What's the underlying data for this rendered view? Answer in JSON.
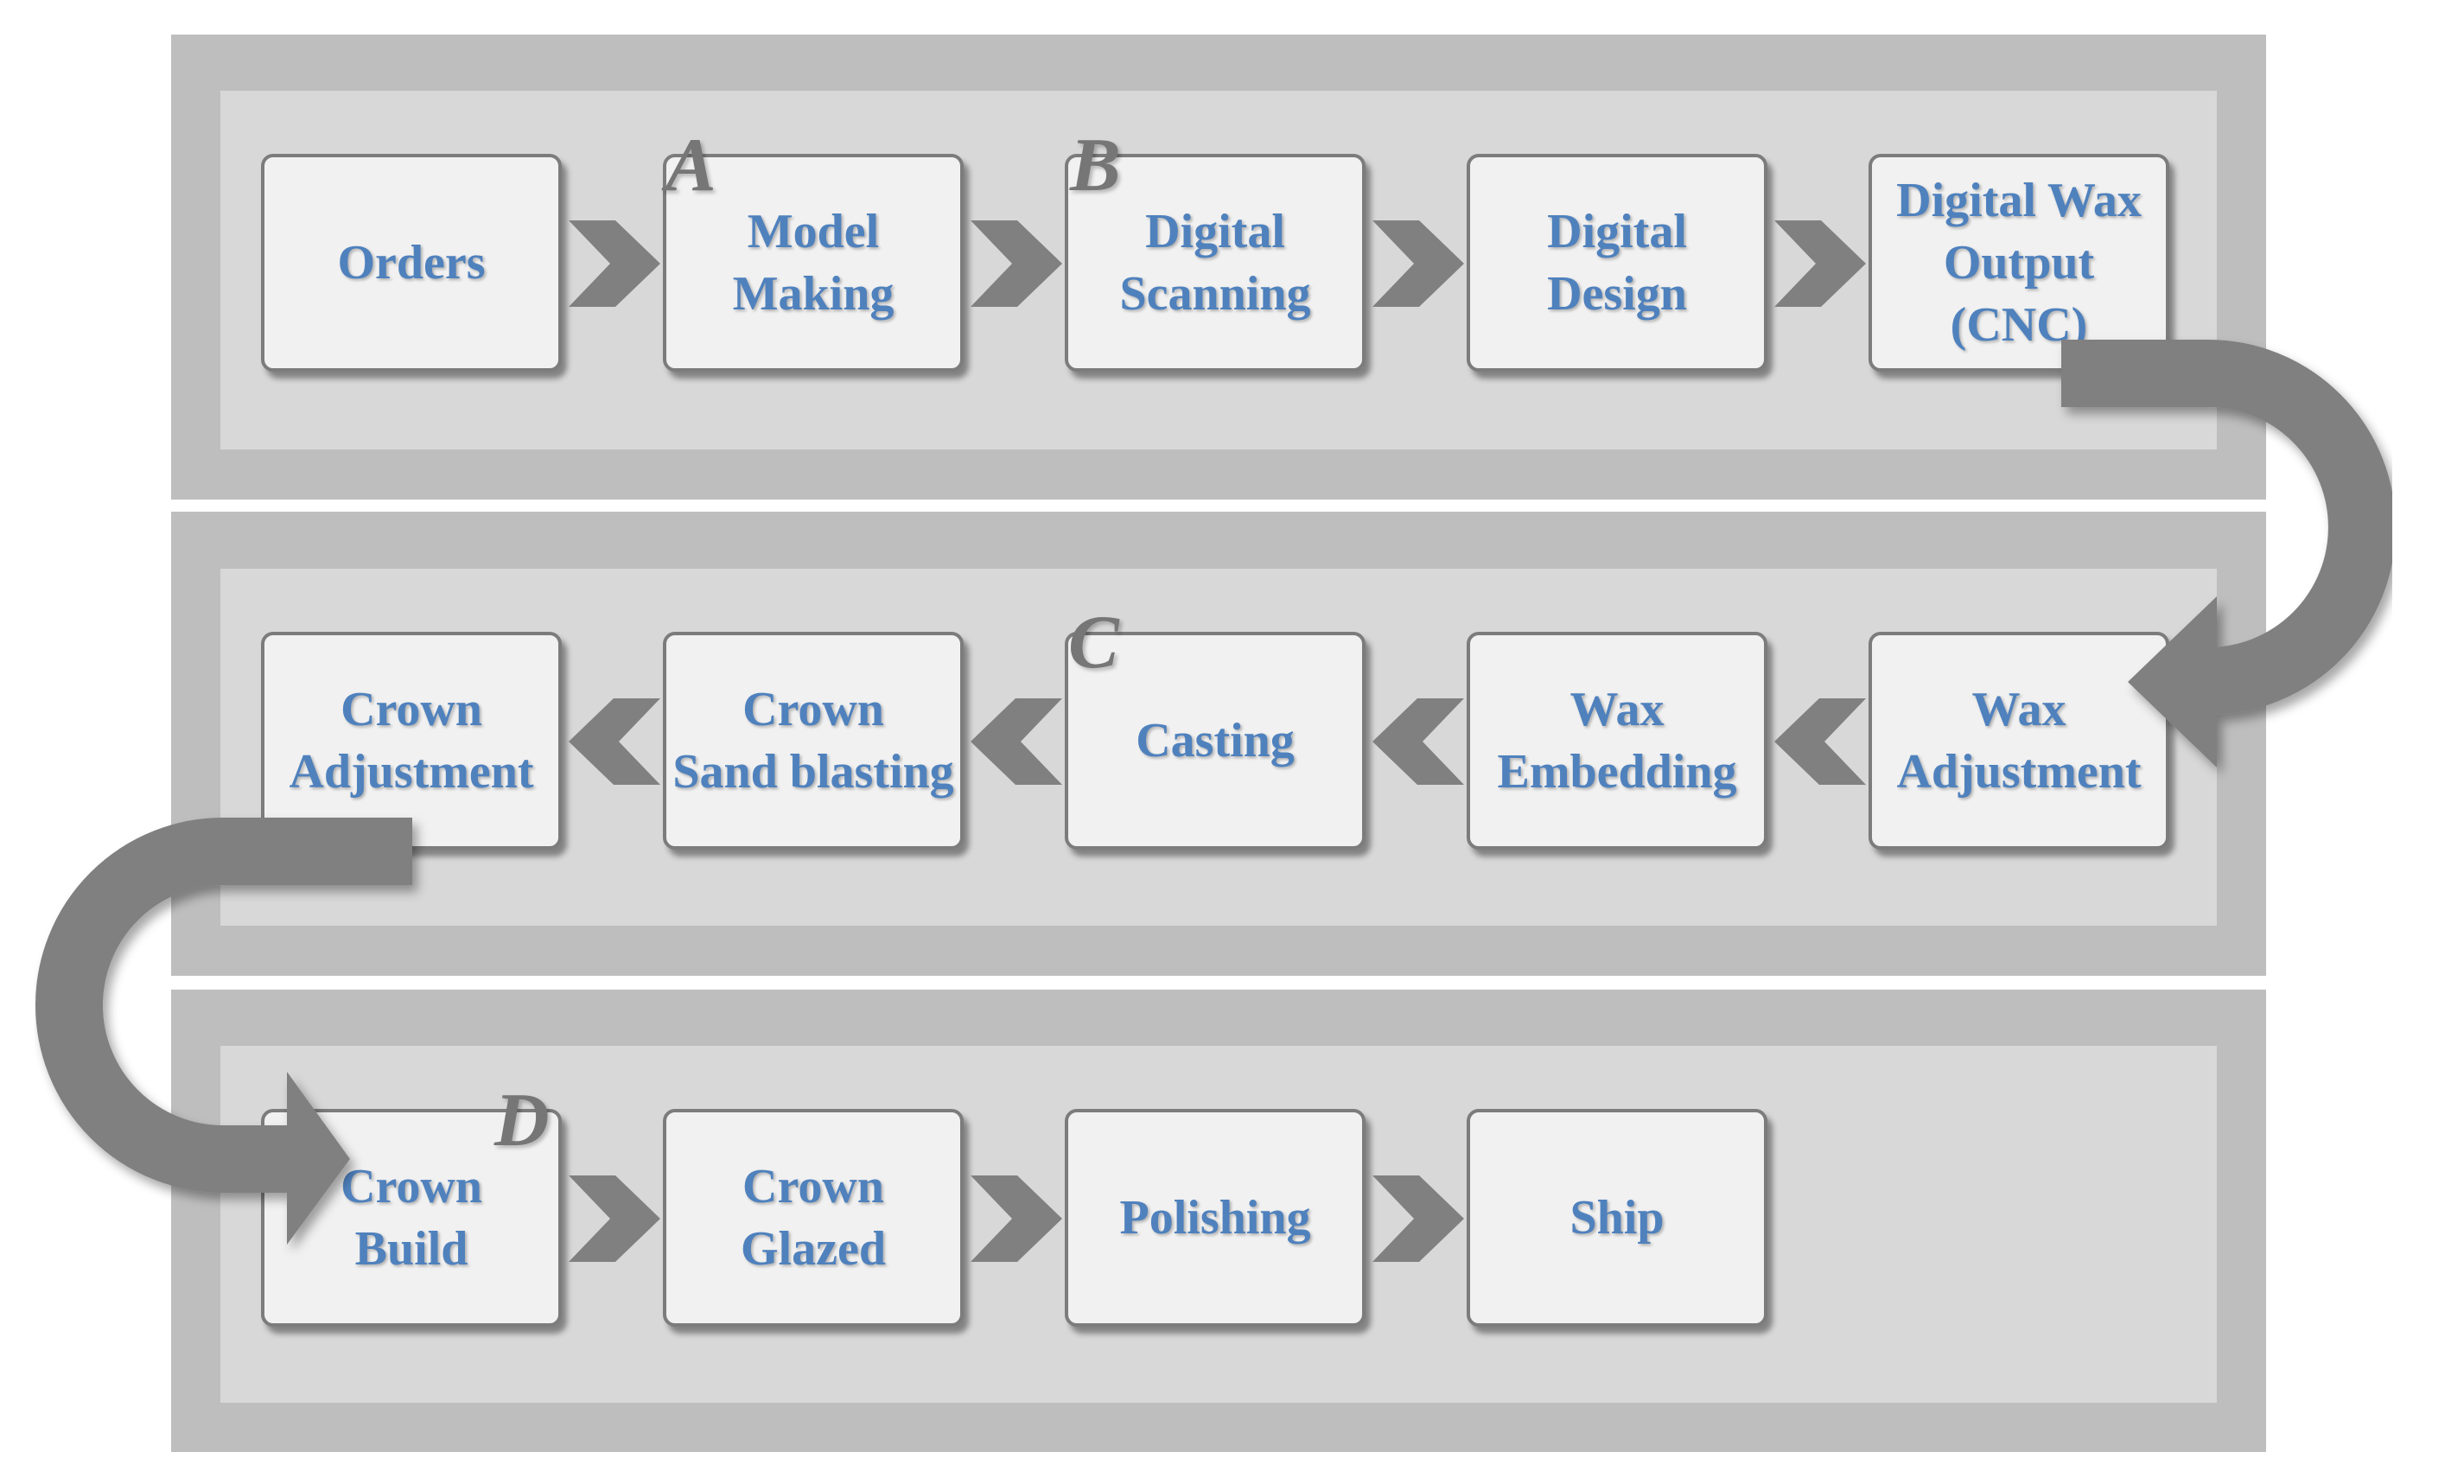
{
  "rows": [
    {
      "id": "row-1",
      "direction": "right",
      "steps": [
        "Orders",
        "Model\nMaking",
        "Digital\nScanning",
        "Digital\nDesign",
        "Digital Wax\nOutput\n(CNC)"
      ]
    },
    {
      "id": "row-2",
      "direction": "left",
      "steps": [
        "Crown\nAdjustment",
        "Crown\nSand blasting",
        "Casting",
        "Wax\nEmbedding",
        "Wax\nAdjustment"
      ]
    },
    {
      "id": "row-3",
      "direction": "right",
      "steps": [
        "Crown\nBuild",
        "Crown\nGlazed",
        "Polishing",
        "Ship"
      ]
    }
  ],
  "markers": {
    "a": "A",
    "b": "B",
    "c": "C",
    "d": "D"
  },
  "colors": {
    "band_outer": "#bebebe",
    "band_inner": "#d8d8d8",
    "box_fill": "#f1f1f1",
    "box_border": "#7c7c7c",
    "label_text": "#4f81bd",
    "arrow": "#808080"
  },
  "icons": {
    "flow_arrow": "chevron-arrow",
    "row_connector": "u-turn-arrow"
  }
}
